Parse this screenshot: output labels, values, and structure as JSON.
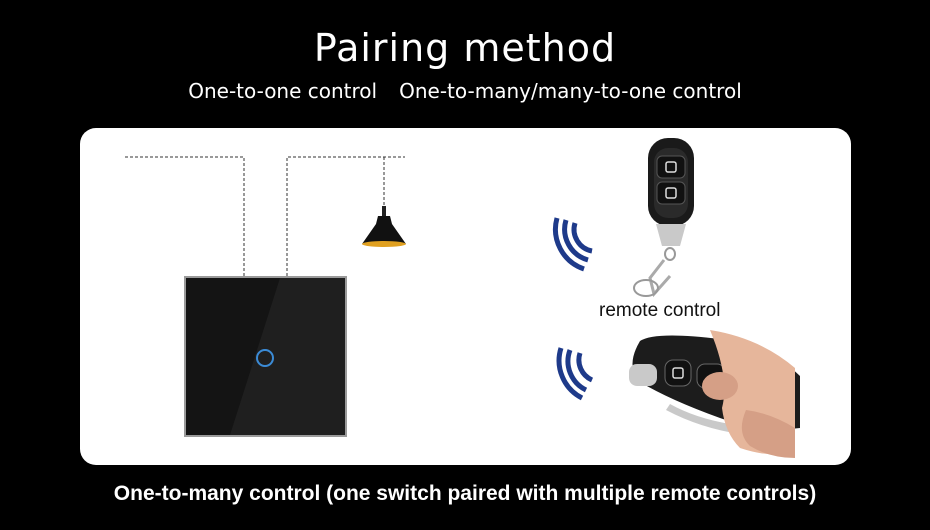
{
  "header": {
    "title": "Pairing method",
    "modes": [
      "One-to-one control",
      "One-to-many/many-to-one control"
    ]
  },
  "diagram": {
    "remote_label": "remote control",
    "colors": {
      "panel": "#ffffff",
      "switch": "#141414",
      "indicator": "#3b8bd6",
      "signal": "#1e3a8a",
      "lamp_glow": "#e0a020"
    },
    "icons": [
      "wall-switch-icon",
      "pendant-lamp-icon",
      "key-fob-icon",
      "hand-held-remote-icon",
      "wireless-signal-icon"
    ]
  },
  "caption": "One-to-many control (one switch paired with multiple remote controls)"
}
